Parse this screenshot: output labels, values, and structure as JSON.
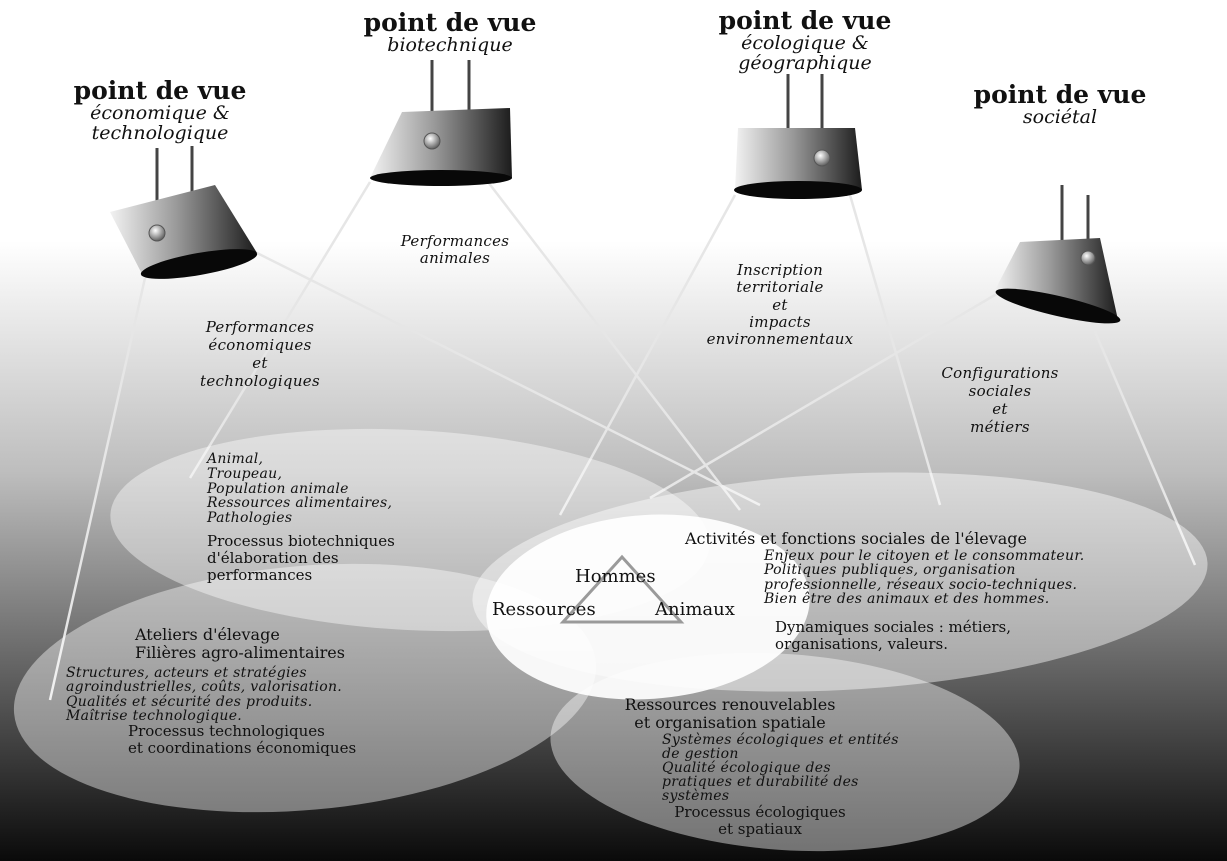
{
  "viewpoints": {
    "eco_tech": {
      "title": "point de vue",
      "line1": "économique &",
      "line2": "technologique"
    },
    "biotech": {
      "title": "point de vue",
      "line1": "biotechnique"
    },
    "ecogeo": {
      "title": "point de vue",
      "line1": "écologique &",
      "line2": "géographique"
    },
    "societal": {
      "title": "point de vue",
      "line1": "sociétal"
    }
  },
  "beams": {
    "eco_tech": [
      "Performances",
      "économiques",
      "et",
      "technologiques"
    ],
    "biotech": [
      "Performances",
      "animales"
    ],
    "ecogeo": [
      "Inscription",
      "territoriale",
      "et",
      "impacts",
      "environnementaux"
    ],
    "societal": [
      "Configurations",
      "sociales",
      "et",
      "métiers"
    ]
  },
  "regions": {
    "biotech_items": [
      "Animal,",
      "Troupeau,",
      "Population animale",
      "Ressources alimentaires,",
      "Pathologies"
    ],
    "biotech_process": [
      "Processus biotechniques",
      "d'élaboration des",
      "performances"
    ],
    "social_title": "Activités et fonctions sociales de l'élevage",
    "social_items": [
      "Enjeux pour le citoyen et le consommateur.",
      "Politiques publiques, organisation",
      "professionnelle, réseaux socio-techniques.",
      "Bien être des animaux et des hommes."
    ],
    "social_process": [
      "Dynamiques sociales : métiers,",
      "organisations, valeurs."
    ],
    "ateliers_title": [
      "Ateliers d'élevage",
      "Filières agro-alimentaires"
    ],
    "ateliers_items": [
      "Structures, acteurs et stratégies",
      "agroindustrielles, coûts, valorisation.",
      "Qualités et sécurité des produits.",
      "Maîtrise technologique."
    ],
    "ateliers_process": [
      "Processus technologiques",
      "et coordinations économiques"
    ],
    "ressources_title": [
      "Ressources renouvelables",
      "et organisation spatiale"
    ],
    "ressources_items": [
      "Systèmes écologiques et entités",
      "de gestion",
      "Qualité écologique des",
      "pratiques et durabilité des",
      "systèmes"
    ],
    "ressources_process": [
      "Processus écologiques",
      "et spatiaux"
    ]
  },
  "triangle": {
    "top": "Hommes",
    "left": "Ressources",
    "right": "Animaux"
  }
}
